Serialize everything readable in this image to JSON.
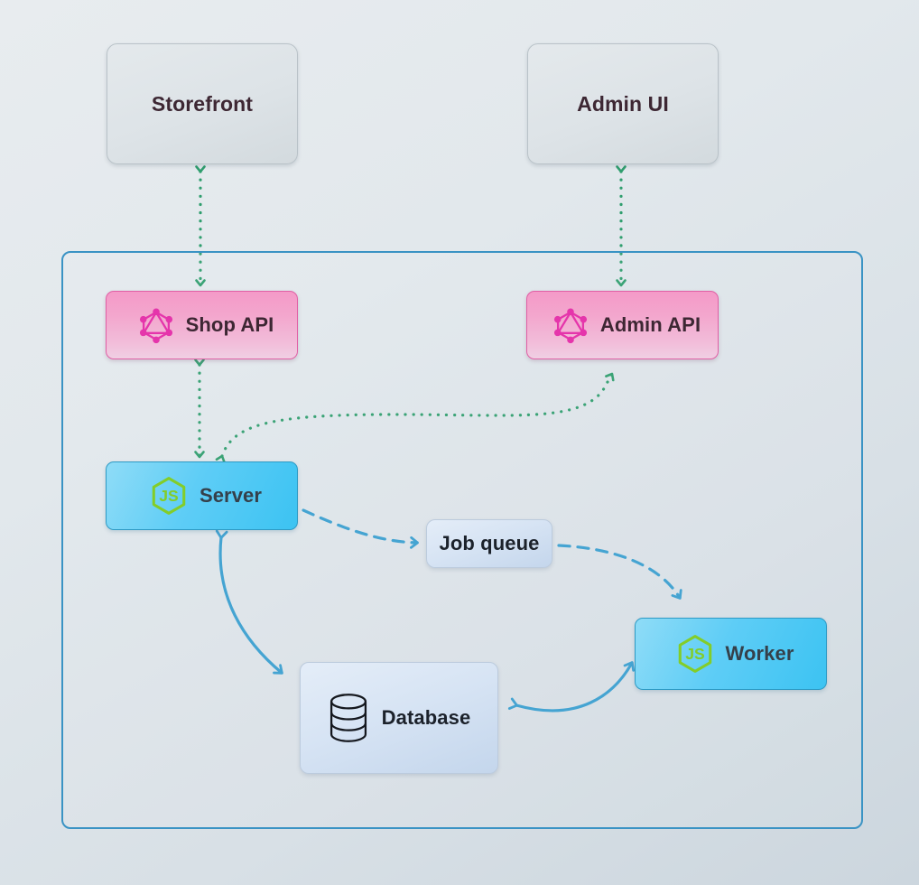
{
  "diagram": {
    "title": "Vendure architecture diagram",
    "background_gradient": [
      "#e8ecef",
      "#ccd6de"
    ],
    "container": {
      "name": "server-group",
      "border_color": "#3a93c4"
    },
    "colors": {
      "graphql_pink": "#e535ab",
      "node_green": "#83cd29",
      "edge_green": "#2f9e6e",
      "edge_blue": "#3a9fd0",
      "client_gray": "#dde3e7",
      "service_blue": "#5ecdf6"
    },
    "nodes": [
      {
        "id": "storefront",
        "label": "Storefront",
        "icon": "none",
        "type": "client"
      },
      {
        "id": "admin-ui",
        "label": "Admin UI",
        "icon": "none",
        "type": "client"
      },
      {
        "id": "shop-api",
        "label": "Shop API",
        "icon": "graphql-icon",
        "type": "api"
      },
      {
        "id": "admin-api",
        "label": "Admin API",
        "icon": "graphql-icon",
        "type": "api"
      },
      {
        "id": "server",
        "label": "Server",
        "icon": "nodejs-icon",
        "type": "service"
      },
      {
        "id": "job-queue",
        "label": "Job queue",
        "icon": "none",
        "type": "plain"
      },
      {
        "id": "worker",
        "label": "Worker",
        "icon": "nodejs-icon",
        "type": "service"
      },
      {
        "id": "database",
        "label": "Database",
        "icon": "database-cylinder-icon",
        "type": "plain"
      }
    ],
    "edges": [
      {
        "from": "storefront",
        "to": "shop-api",
        "style": "dotted",
        "color": "#2f9e6e",
        "arrows": "both"
      },
      {
        "from": "admin-ui",
        "to": "admin-api",
        "style": "dotted",
        "color": "#2f9e6e",
        "arrows": "both"
      },
      {
        "from": "shop-api",
        "to": "server",
        "style": "dotted",
        "color": "#2f9e6e",
        "arrows": "both"
      },
      {
        "from": "server",
        "to": "admin-api",
        "style": "dotted",
        "color": "#2f9e6e",
        "arrows": "both"
      },
      {
        "from": "server",
        "to": "job-queue",
        "style": "dashed",
        "color": "#3a9fd0",
        "arrows": "end"
      },
      {
        "from": "job-queue",
        "to": "worker",
        "style": "dashed",
        "color": "#3a9fd0",
        "arrows": "end"
      },
      {
        "from": "server",
        "to": "database",
        "style": "solid",
        "color": "#3a9fd0",
        "arrows": "both"
      },
      {
        "from": "worker",
        "to": "database",
        "style": "solid",
        "color": "#3a9fd0",
        "arrows": "both"
      }
    ]
  }
}
